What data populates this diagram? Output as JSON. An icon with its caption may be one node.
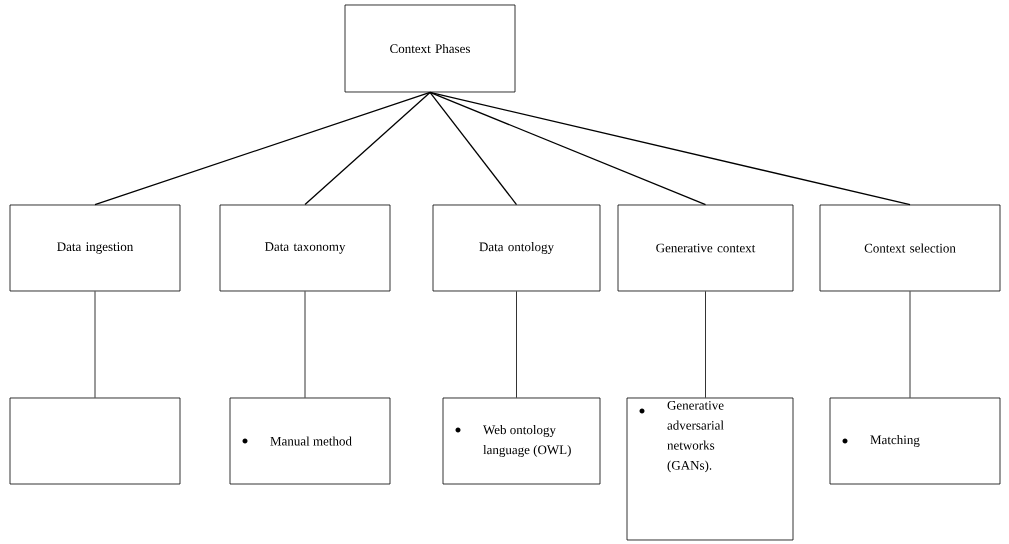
{
  "diagram": {
    "nodes": [
      {
        "text": [
          "Context Phases"
        ]
      },
      {
        "text": [
          "Data ingestion"
        ]
      },
      {
        "text": [
          "Data taxonomy"
        ]
      },
      {
        "text": [
          "Data ontology"
        ]
      },
      {
        "text": [
          "Generative context"
        ]
      },
      {
        "text": [
          "Context selection"
        ]
      },
      {
        "text": [],
        "shape": "box"
      },
      {
        "text": [
          "Manual method"
        ]
      },
      {
        "text": [
          "Web ontology language (OWL)"
        ]
      },
      {
        "text": [
          "Generative adversarial networks (GANs)."
        ]
      },
      {
        "text": [
          "Matching"
        ]
      }
    ],
    "edges": [
      {
        "from": 0,
        "to": 1,
        "arrow": "none"
      },
      {
        "from": 0,
        "to": 2,
        "arrow": "none"
      },
      {
        "from": 0,
        "to": 3,
        "arrow": "none"
      },
      {
        "from": 0,
        "to": 4,
        "arrow": "none"
      },
      {
        "from": 0,
        "to": 5,
        "arrow": "none"
      },
      {
        "from": 1,
        "to": 6,
        "arrow": "none"
      },
      {
        "from": 2,
        "to": 7,
        "arrow": "none"
      },
      {
        "from": 3,
        "to": 8,
        "arrow": "none"
      },
      {
        "from": 4,
        "to": 9,
        "arrow": "none"
      },
      {
        "from": 5,
        "to": 10,
        "arrow": "none"
      }
    ]
  }
}
